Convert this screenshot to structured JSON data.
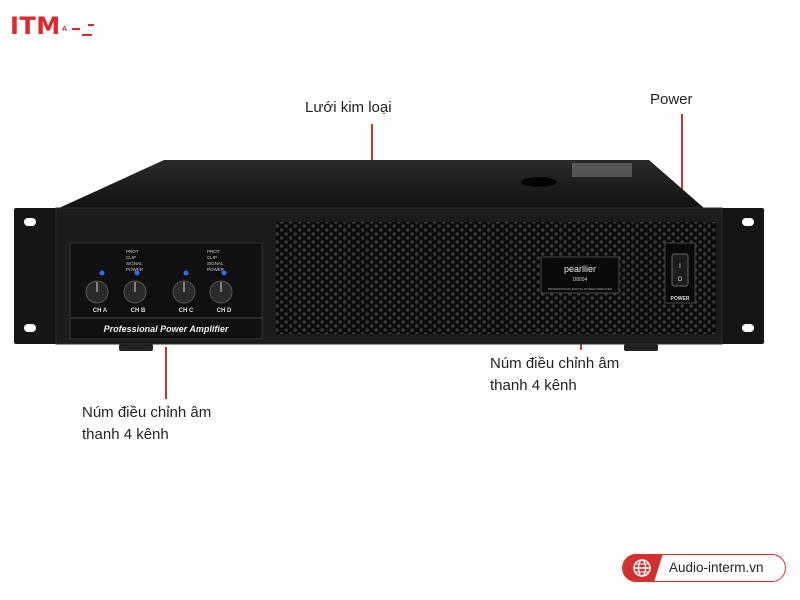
{
  "logo": {
    "brand": "ITM",
    "sub": "A"
  },
  "annotations": {
    "grille": "Lưới kim loại",
    "power": "Power",
    "knobs_left_line1": "Núm điều chỉnh âm",
    "knobs_left_line2": "thanh 4 kênh",
    "knobs_right_line1": "Núm điều chỉnh âm",
    "knobs_right_line2": "thanh 4 kênh"
  },
  "device": {
    "panel_text": "Professional Power Amplifier",
    "indicators": [
      "PROT",
      "CLIP",
      "SIGNAL",
      "POWER"
    ],
    "channels": [
      "CH A",
      "CH B",
      "CH C",
      "CH D"
    ],
    "brand_plate": {
      "brand": "pearllier",
      "model": "D8004",
      "subtitle": "PROFESSIONAL DIGITAL POWER AMPLIFIER"
    },
    "power_label": "POWER",
    "switch_on": "I",
    "switch_off": "O"
  },
  "footer": {
    "url": "Audio-interm.vn"
  },
  "colors": {
    "accent": "#d32f2f",
    "chassis": "#1a1a1a",
    "led": "#2b6cff"
  }
}
